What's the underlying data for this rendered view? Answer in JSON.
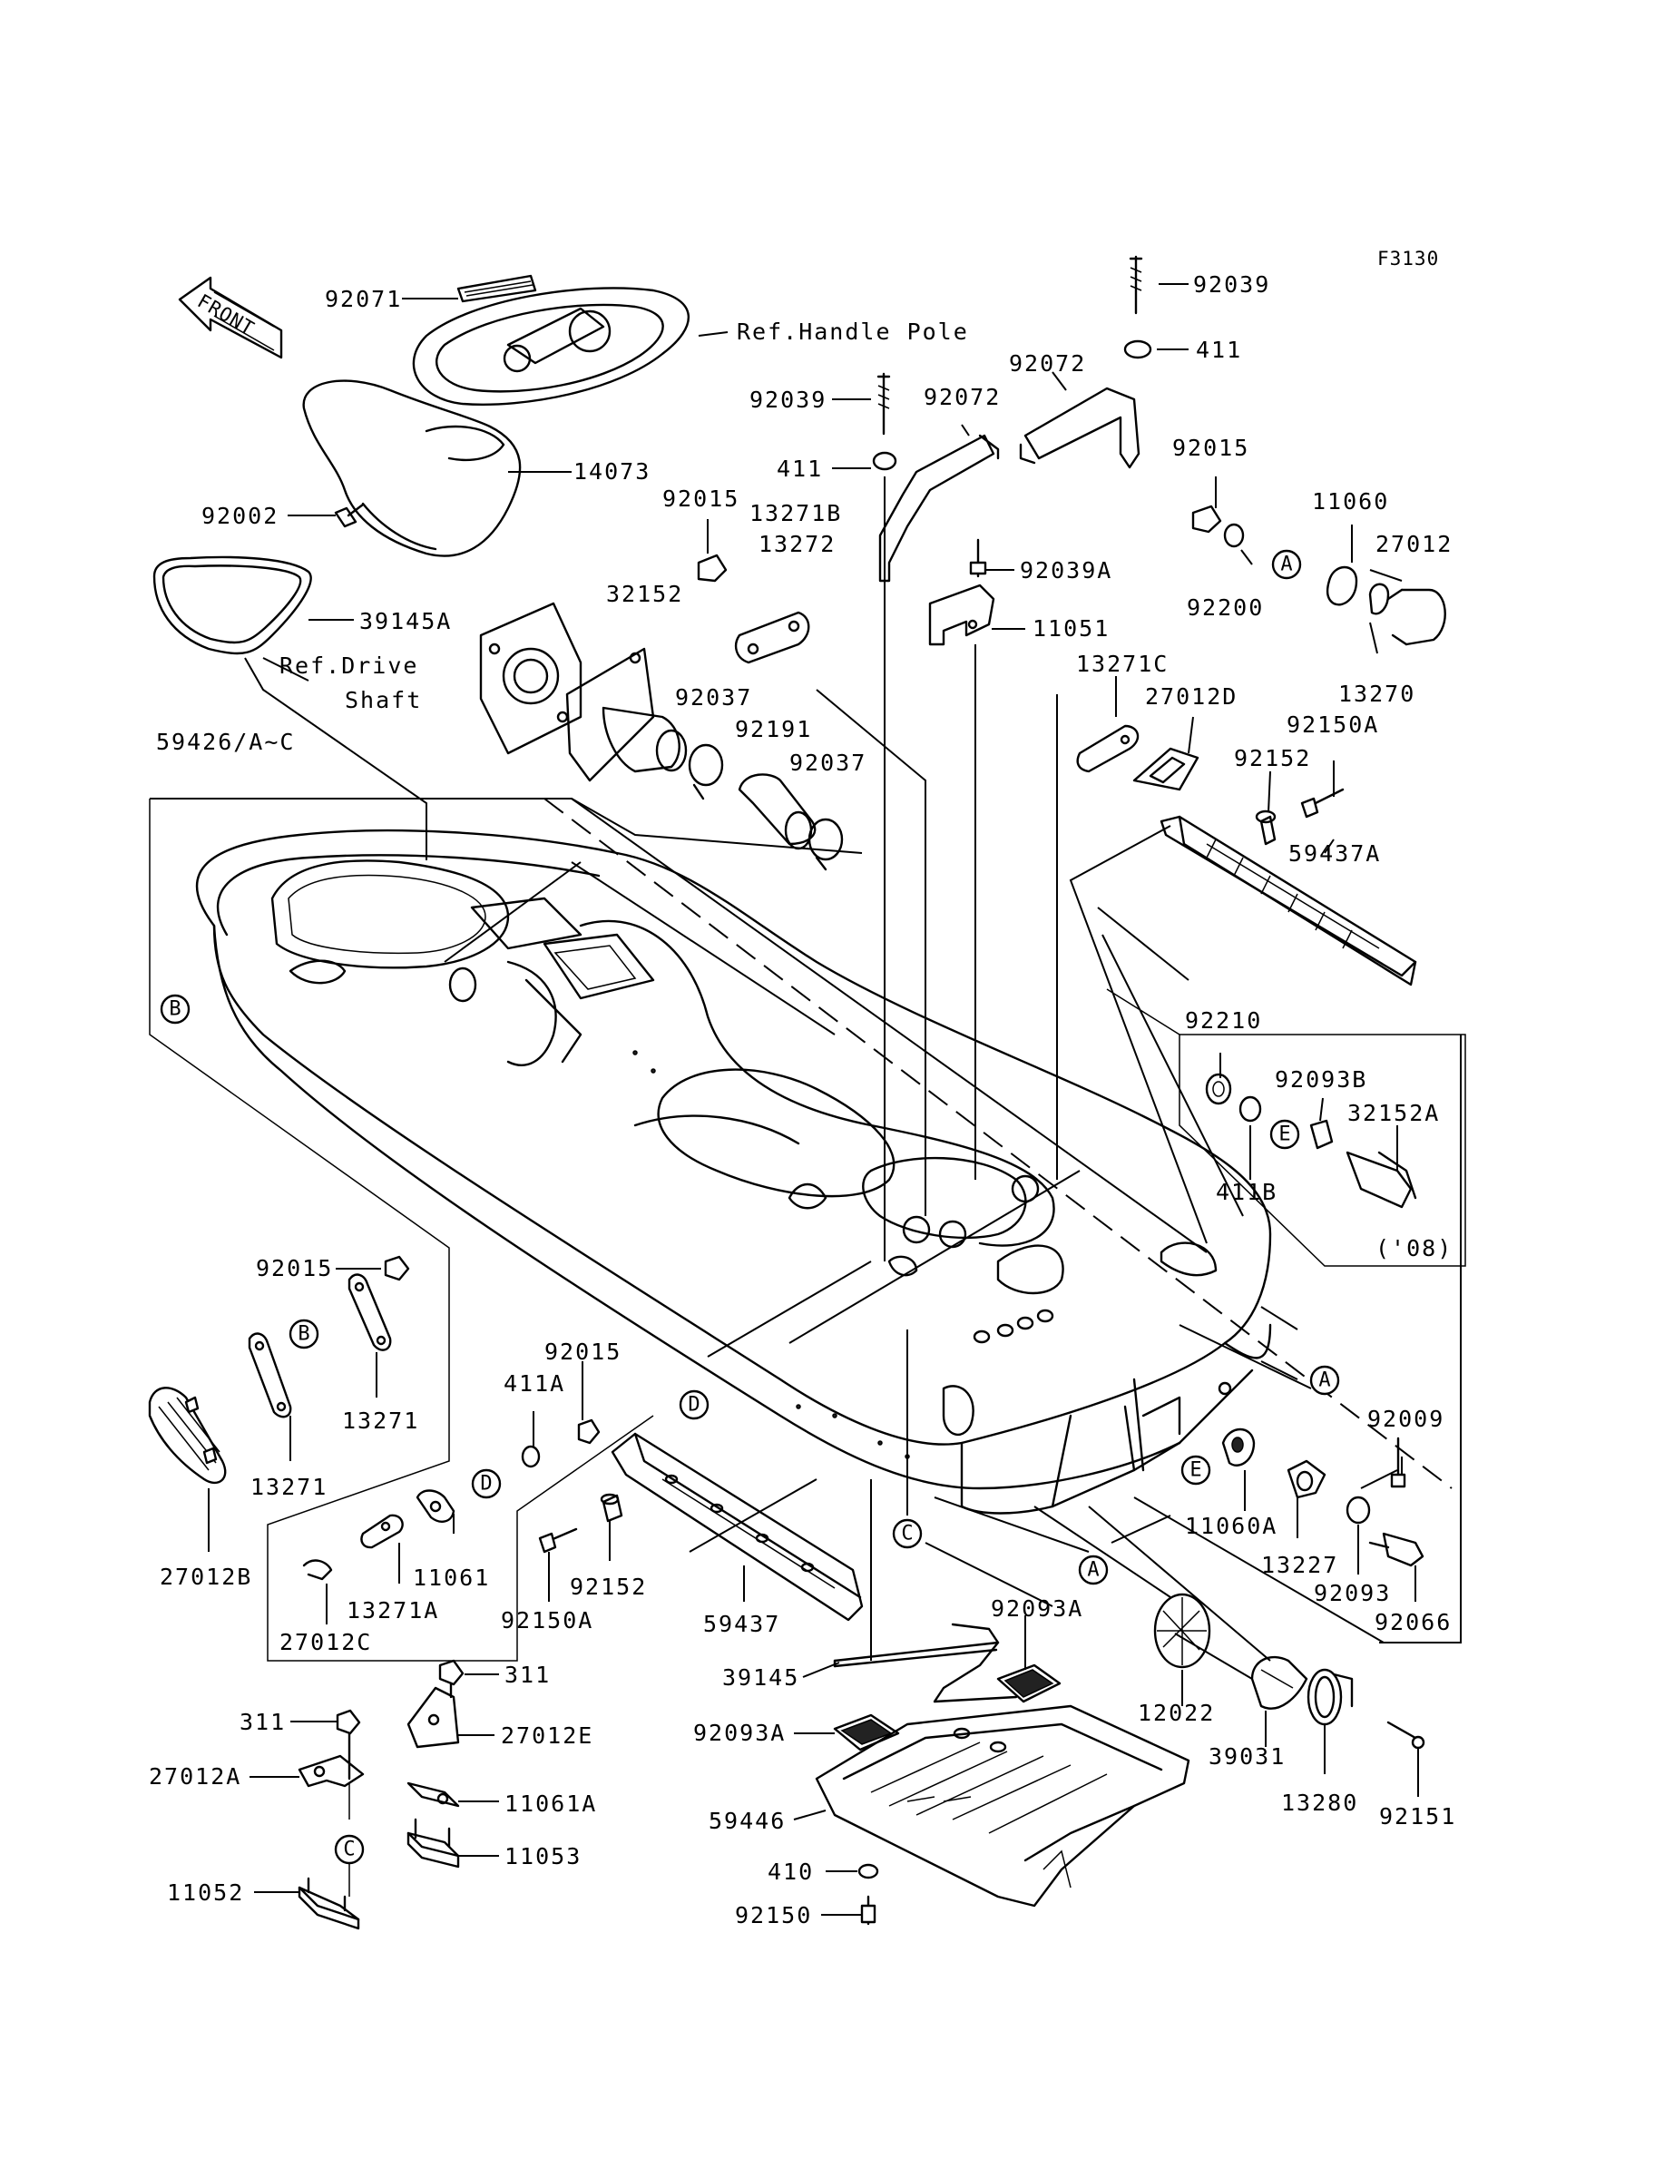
{
  "figure_code": "F3130",
  "front_label": "FRONT",
  "callouts": {
    "A": "A",
    "B": "B",
    "C": "C",
    "D": "D",
    "E": "E"
  },
  "labels": {
    "p92071": "92071",
    "p14073": "14073",
    "p92002": "92002",
    "p39145A": "39145A",
    "p59426": "59426/A~C",
    "p92039_top": "92039",
    "p411_top": "411",
    "p92039": "92039",
    "p92072_a": "92072",
    "p92072_b": "92072",
    "p411": "411",
    "p92015_a": "92015",
    "p92015_b": "92015",
    "p13271B": "13271B",
    "p13272": "13272",
    "p32152": "32152",
    "p92037_a": "92037",
    "p92191": "92191",
    "p92037_b": "92037",
    "p92039A": "92039A",
    "p11051": "11051",
    "p11060": "11060",
    "p27012": "27012",
    "p92200": "92200",
    "p13270": "13270",
    "p13271C": "13271C",
    "p27012D": "27012D",
    "p92150A_a": "92150A",
    "p92152_a": "92152",
    "p59437A": "59437A",
    "p92210": "92210",
    "p92093B": "92093B",
    "p32152A": "32152A",
    "p411B": "411B",
    "p08": "('08)",
    "p92015_c": "92015",
    "p13271_a": "13271",
    "p13271_b": "13271",
    "p27012B": "27012B",
    "p92015_d": "92015",
    "p411A": "411A",
    "p11061": "11061",
    "p13271A": "13271A",
    "p27012C": "27012C",
    "p92150A_b": "92150A",
    "p92152_b": "92152",
    "p59437": "59437",
    "p92009": "92009",
    "p11060A": "11060A",
    "p13227": "13227",
    "p92093": "92093",
    "p92066": "92066",
    "p92093A_a": "92093A",
    "p39145": "39145",
    "p92093A_b": "92093A",
    "p59446": "59446",
    "p410": "410",
    "p92150": "92150",
    "p12022": "12022",
    "p39031": "39031",
    "p13280": "13280",
    "p92151": "92151",
    "p311_a": "311",
    "p311_b": "311",
    "p27012E": "27012E",
    "p27012A": "27012A",
    "p11061A": "11061A",
    "p11053": "11053",
    "p11052": "11052"
  },
  "references": {
    "handle_pole": "Ref.Handle Pole",
    "drive_shaft_line1": "Ref.Drive",
    "drive_shaft_line2": "Shaft"
  }
}
